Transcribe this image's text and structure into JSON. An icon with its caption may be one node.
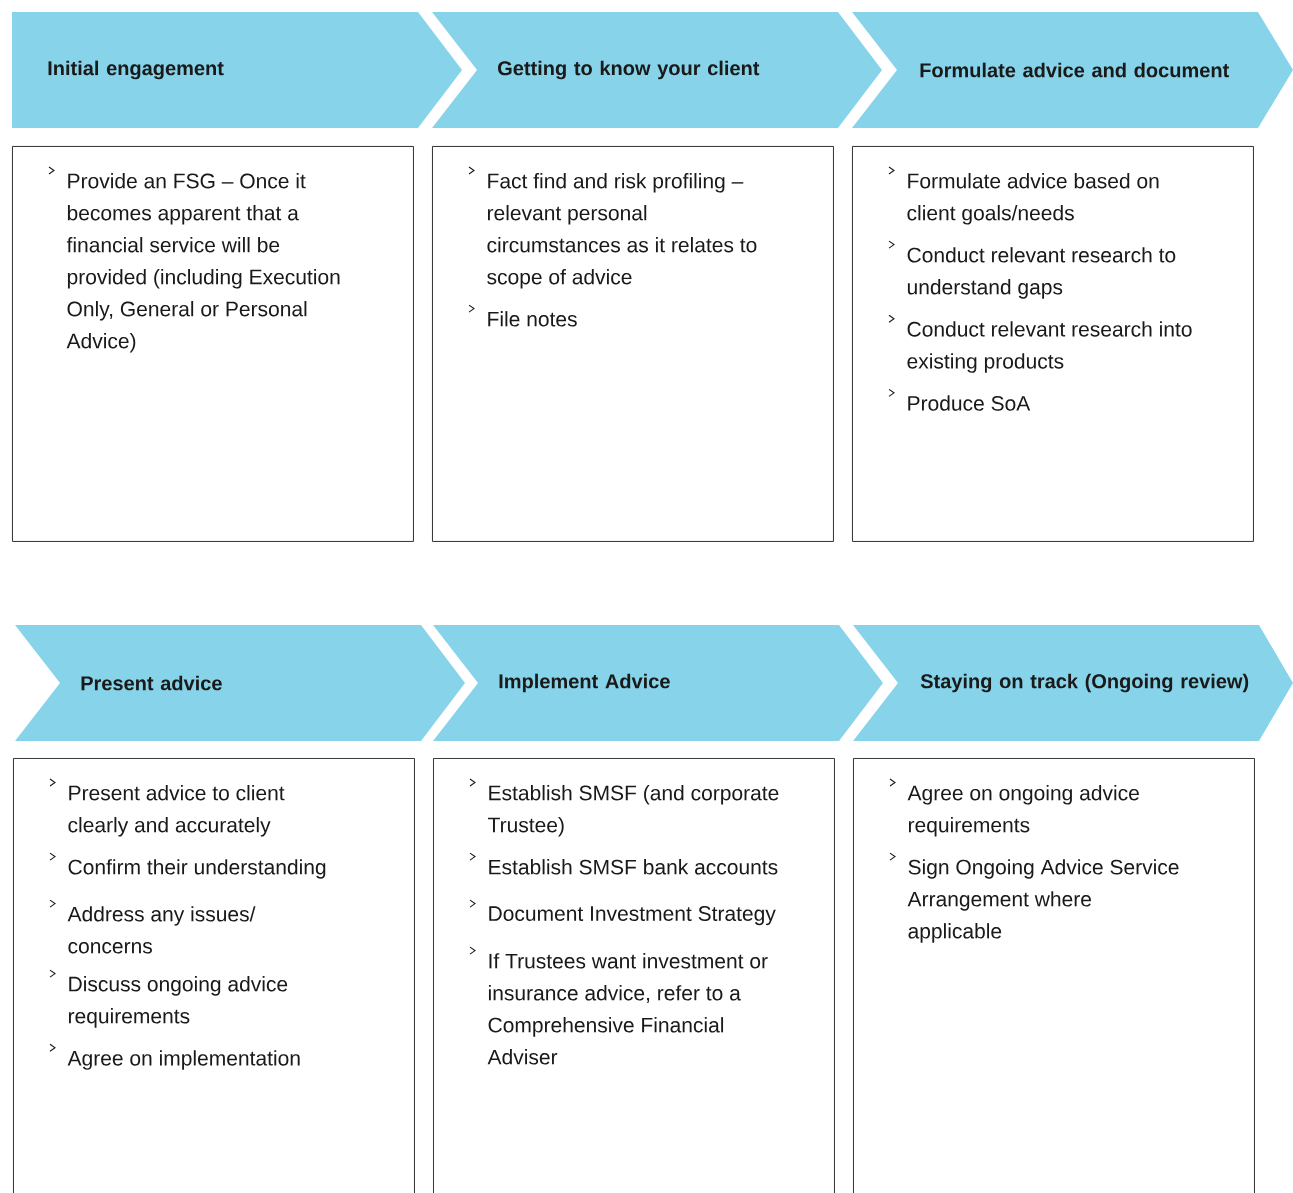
{
  "diagram": {
    "nodes": [
      {
        "text": [
          "Initial engagement"
        ]
      },
      {
        "text": [
          "Getting to know your client"
        ]
      },
      {
        "text": [
          "Formulate advice and document"
        ]
      },
      {
        "text": [
          "Provide an FSG – Once it becomes apparent that a financial service will be provided (including Execution Only, General or Personal Advice)"
        ]
      },
      {
        "text": [
          "Fact find and risk profiling – relevant personal circumstances as it relates to scope of advice",
          "File notes"
        ]
      },
      {
        "text": [
          "Formulate advice based on client goals/needs",
          "Conduct relevant research to understand gaps",
          "Conduct relevant research into existing products",
          "Produce SoA"
        ]
      },
      {
        "text": [
          "Present advice"
        ]
      },
      {
        "text": [
          "Implement Advice"
        ]
      },
      {
        "text": [
          "Staying on track (Ongoing review)"
        ]
      },
      {
        "text": [
          "Present advice to client clearly and accurately",
          "Confirm their understanding",
          "Address any issues/ concerns",
          "Discuss ongoing advice requirements",
          "Agree on implementation"
        ]
      },
      {
        "text": [
          "Establish SMSF (and corporate Trustee)",
          "Establish SMSF bank accounts",
          "Document Investment Strategy",
          "If Trustees want investment or insurance advice, refer to a Comprehensive Financial Adviser"
        ]
      },
      {
        "text": [
          "Agree on ongoing advice requirements",
          "Sign Ongoing Advice Service Arrangement where applicable"
        ]
      }
    ]
  }
}
